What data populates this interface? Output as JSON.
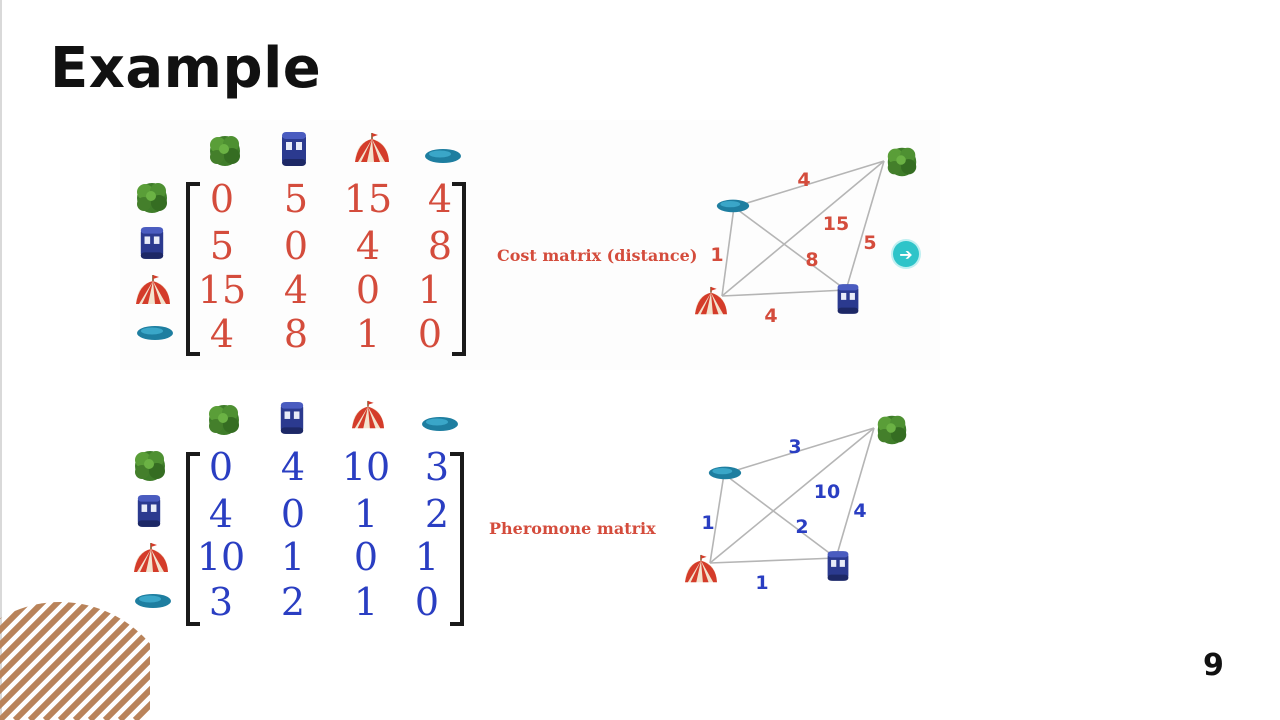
{
  "slide": {
    "title": "Example",
    "page_number": "9"
  },
  "cost": {
    "label": "Cost matrix (distance)",
    "rows": [
      [
        "0",
        "5",
        "15",
        "4"
      ],
      [
        "5",
        "0",
        "4",
        "8"
      ],
      [
        "15",
        "4",
        "0",
        "1"
      ],
      [
        "4",
        "8",
        "1",
        "0"
      ]
    ],
    "edges": {
      "lake_tree": "4",
      "tree_tent": "15",
      "tree_tank": "5",
      "lake_tent": "1",
      "lake_tank": "8",
      "tent_tank": "4"
    }
  },
  "pheromone": {
    "label": "Pheromone matrix",
    "rows": [
      [
        "0",
        "4",
        "10",
        "3"
      ],
      [
        "4",
        "0",
        "1",
        "2"
      ],
      [
        "10",
        "1",
        "0",
        "1"
      ],
      [
        "3",
        "2",
        "1",
        "0"
      ]
    ],
    "edges": {
      "lake_tree": "3",
      "tree_tent": "10",
      "tree_tank": "4",
      "lake_tent": "1",
      "lake_tank": "2",
      "tent_tank": "1"
    }
  },
  "icons": [
    "tree-icon",
    "tank-icon",
    "tent-icon",
    "lake-icon"
  ],
  "colors": {
    "cost_red": "#d44c3c",
    "pheromone_blue": "#2a3ec2",
    "cursor_teal": "#2ec4c9",
    "stripe_brown": "#b9835a"
  }
}
